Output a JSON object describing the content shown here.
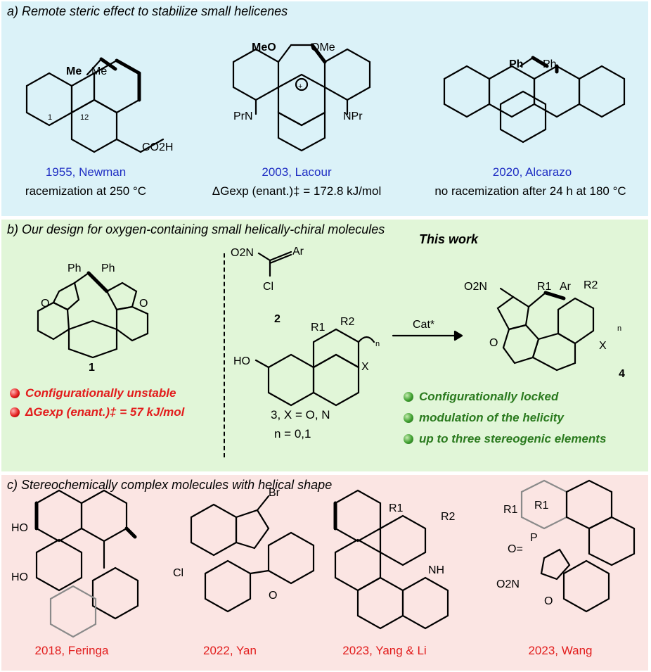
{
  "panel_a": {
    "title": "a) Remote steric effect to stabilize small helicenes",
    "items": [
      {
        "year_author": "1955, Newman",
        "note": "racemization at 250 °C"
      },
      {
        "year_author": "2003, Lacour",
        "note": "ΔGexp (enant.)‡ = 172.8 kJ/mol"
      },
      {
        "year_author": "2020, Alcarazo",
        "note": "no racemization after 24 h at 180 °C"
      }
    ],
    "labels": {
      "me_bold": "Me",
      "me": "Me",
      "pos1": "1",
      "pos12": "12",
      "co2h": "CO2H",
      "meo": "MeO",
      "ome": "OMe",
      "prn_left": "PrN",
      "prn_right": "NPr",
      "plus": "+",
      "ph_bold": "Ph",
      "ph": "Ph"
    }
  },
  "panel_b": {
    "title": "b) Our design for oxygen-containing small helically-chiral molecules",
    "this_work": "This work",
    "compound1_label": "1",
    "compound1_bullets": [
      "Configurationally unstable",
      "ΔGexp (enant.)‡ = 57 kJ/mol"
    ],
    "reagent2_label": "2",
    "reagent3_label": "3, X = O, N",
    "reagent3_n": "n = 0,1",
    "arrow_label": "Cat*",
    "product_label": "4",
    "product_bullets": [
      "Configurationally locked",
      "modulation of the helicity",
      "up to three stereogenic elements"
    ],
    "labels": {
      "ph1": "Ph",
      "ph2": "Ph",
      "o": "O",
      "no2": "O2N",
      "cl": "Cl",
      "ar": "Ar",
      "r1": "R1",
      "r2": "R2",
      "n": "n",
      "x": "X",
      "ho": "HO"
    }
  },
  "panel_c": {
    "title": "c) Stereochemically complex molecules with helical shape",
    "items": [
      "2018, Feringa",
      "2022, Yan",
      "2023, Yang & Li",
      "2023, Wang"
    ],
    "labels": {
      "ho1": "HO",
      "ho2": "HO",
      "br": "Br",
      "cl": "Cl",
      "o": "O",
      "r1": "R1",
      "r2": "R2",
      "nh": "NH",
      "p": "P",
      "o_eq": "O=",
      "no2": "O2N"
    }
  },
  "colors": {
    "panel_a_bg": "#dbf2f8",
    "panel_b_bg": "#e1f6d8",
    "panel_c_bg": "#fbe5e3",
    "caption_blue": "#1f2ec3",
    "caption_red": "#e21c1c",
    "bullet_green": "#2a7a1e"
  }
}
